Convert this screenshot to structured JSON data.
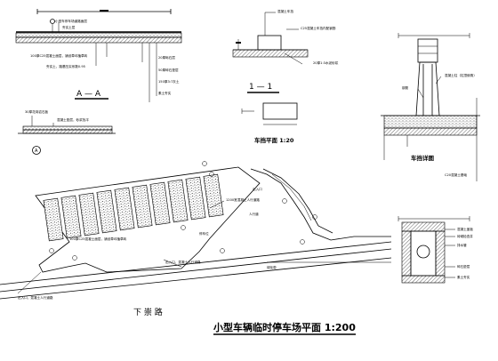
{
  "section_aa": {
    "label": "A — A",
    "callouts_top": [
      "小型车停车场道路面层",
      "夯实土层"
    ],
    "callouts_left": [
      "100厚C25混凝土面层，铺设草坪植草砖",
      "夯实土，路基压实系数0.95"
    ],
    "callouts_right": [
      "20厚砾石层",
      "50厚碎石垫层",
      "150厚3:7灰土",
      "素土夯实"
    ]
  },
  "section_11": {
    "label": "1 — 1",
    "callouts": [
      "混凝土车挡",
      "C25混凝土车挡内配钢筋",
      "20厚1:3水泥砂浆"
    ]
  },
  "stop_plan": {
    "label": "车挡平面 1:20"
  },
  "stop_section": {
    "label": "车挡详图",
    "callouts": [
      "混凝土柱（柱顶倒角）",
      "钢筋",
      "C20混凝土基础"
    ]
  },
  "small_detail": {
    "callouts": [
      "30厚花岗岩石板",
      "混凝土垫层，砂浆找平"
    ]
  },
  "site_plan": {
    "marker": "A",
    "callouts_top": [
      "出入口",
      "1200宽混凝土人行道路",
      "人行道"
    ],
    "callouts_mid": [
      "100厚C25混凝土面层，铺设草坪植草砖",
      "停车位"
    ],
    "callouts_lower": [
      "出入口，混凝土人行道路",
      "出入口，混凝土人行道路",
      "绿化带"
    ],
    "road_label": "下  崇  路"
  },
  "drain_detail": {
    "callouts": [
      "混凝土盖板",
      "砖砌检查井",
      "排水管",
      "碎石垫层",
      "素土夯实"
    ]
  },
  "main_title": "小型车辆临时停车场平面 1:200"
}
